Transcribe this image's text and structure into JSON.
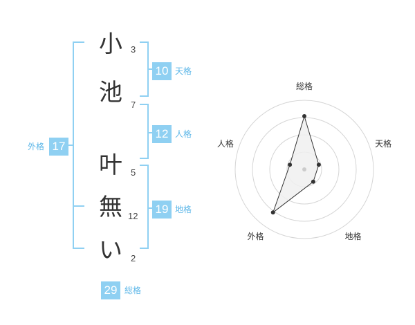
{
  "name_chars": [
    {
      "char": "小",
      "strokes": "3"
    },
    {
      "char": "池",
      "strokes": "7"
    },
    {
      "char": "叶",
      "strokes": "5"
    },
    {
      "char": "無",
      "strokes": "12"
    },
    {
      "char": "い",
      "strokes": "2"
    }
  ],
  "fortune": {
    "tenkaku": {
      "value": "10",
      "label": "天格"
    },
    "jinkaku": {
      "value": "12",
      "label": "人格"
    },
    "chikaku": {
      "value": "19",
      "label": "地格"
    },
    "gaikaku": {
      "value": "17",
      "label": "外格"
    },
    "soukaku": {
      "value": "29",
      "label": "総格"
    }
  },
  "chart_data": {
    "type": "radar",
    "axes": [
      "総格",
      "天格",
      "地格",
      "外格",
      "人格"
    ],
    "values": [
      0.77,
      0.22,
      0.22,
      0.77,
      0.22
    ],
    "rings": 4,
    "colors": {
      "grid": "#d5d5d5",
      "fill": "#f0f0f0",
      "stroke": "#333333",
      "center": "#cccccc"
    }
  },
  "colors": {
    "accent": "#8fd0f2",
    "accent_text": "#5db7e8"
  }
}
